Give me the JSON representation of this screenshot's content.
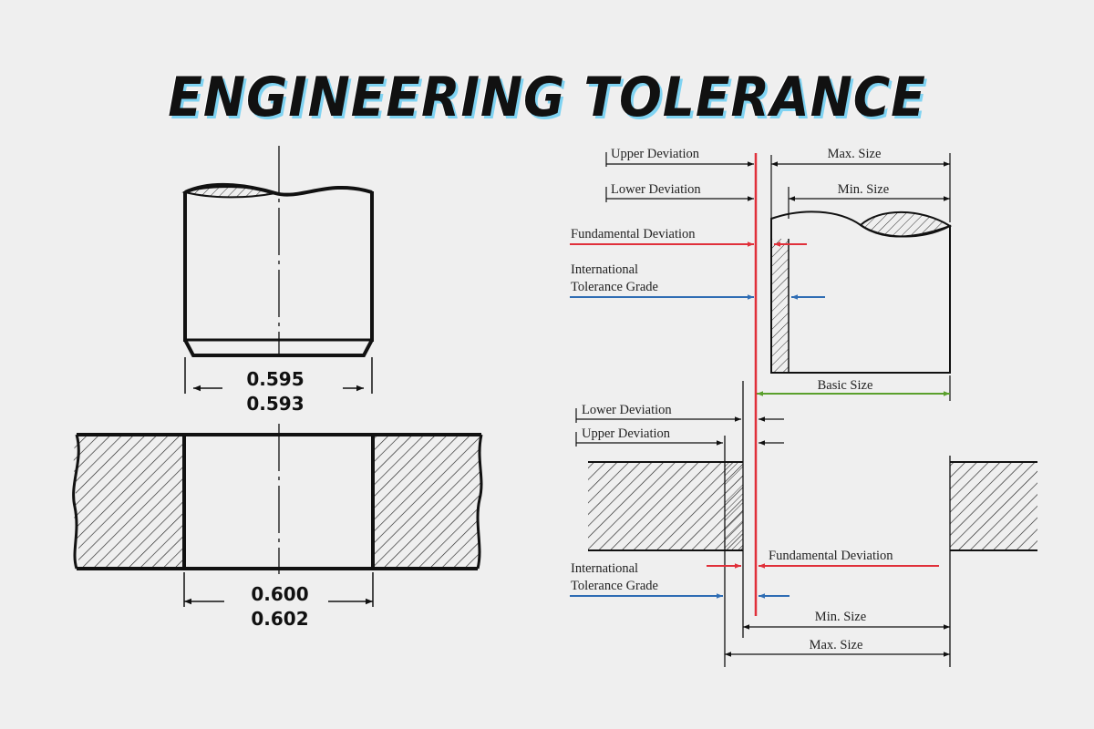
{
  "title": "ENGINEERING TOLERANCE",
  "shaft": {
    "dim_max": "0.595",
    "dim_min": "0.593"
  },
  "hole": {
    "dim_min": "0.600",
    "dim_max": "0.602"
  },
  "shaft_diagram": {
    "upper_deviation": "Upper Deviation",
    "lower_deviation": "Lower Deviation",
    "max_size": "Max. Size",
    "min_size": "Min. Size",
    "fundamental_deviation": "Fundamental Deviation",
    "it_grade_line1": "International",
    "it_grade_line2": "Tolerance Grade",
    "basic_size": "Basic Size"
  },
  "hole_diagram": {
    "lower_deviation": "Lower Deviation",
    "upper_deviation": "Upper Deviation",
    "fundamental_deviation": "Fundamental Deviation",
    "it_grade_line1": "International",
    "it_grade_line2": "Tolerance Grade",
    "min_size": "Min. Size",
    "max_size": "Max. Size"
  },
  "colors": {
    "red": "#e0303a",
    "blue": "#2f6db4",
    "green": "#5aa02c",
    "title_shadow": "#7fd3f2"
  }
}
